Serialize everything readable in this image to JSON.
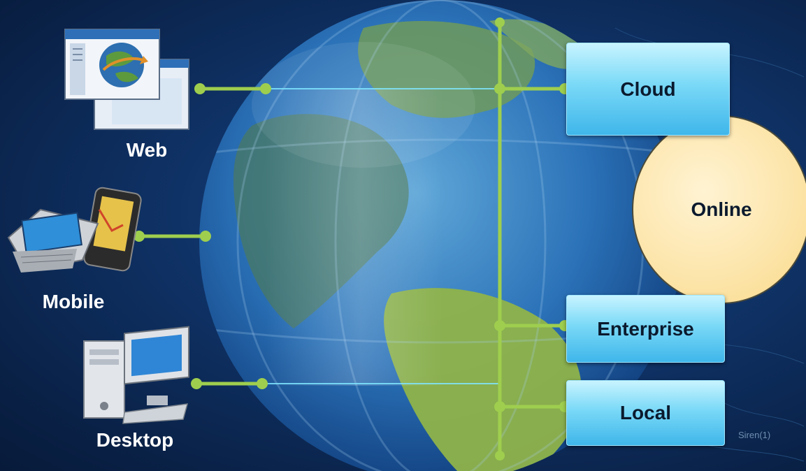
{
  "clients": {
    "web_label": "Web",
    "mobile_label": "Mobile",
    "desktop_label": "Desktop"
  },
  "tiers": {
    "cloud_label": "Cloud",
    "enterprise_label": "Enterprise",
    "local_label": "Local",
    "online_label": "Online"
  },
  "icons": {
    "web": "web-browser-globe-icon",
    "mobile": "mobile-devices-icon",
    "desktop": "desktop-computer-icon",
    "globe": "earth-globe-icon"
  },
  "colors": {
    "background": "#0f3266",
    "connector": "#9fce4e",
    "box_fill": "#7ad9f7",
    "online_fill": "#fde7b0",
    "label_text": "#ffffff"
  },
  "background_map_text": "Siren(1)"
}
